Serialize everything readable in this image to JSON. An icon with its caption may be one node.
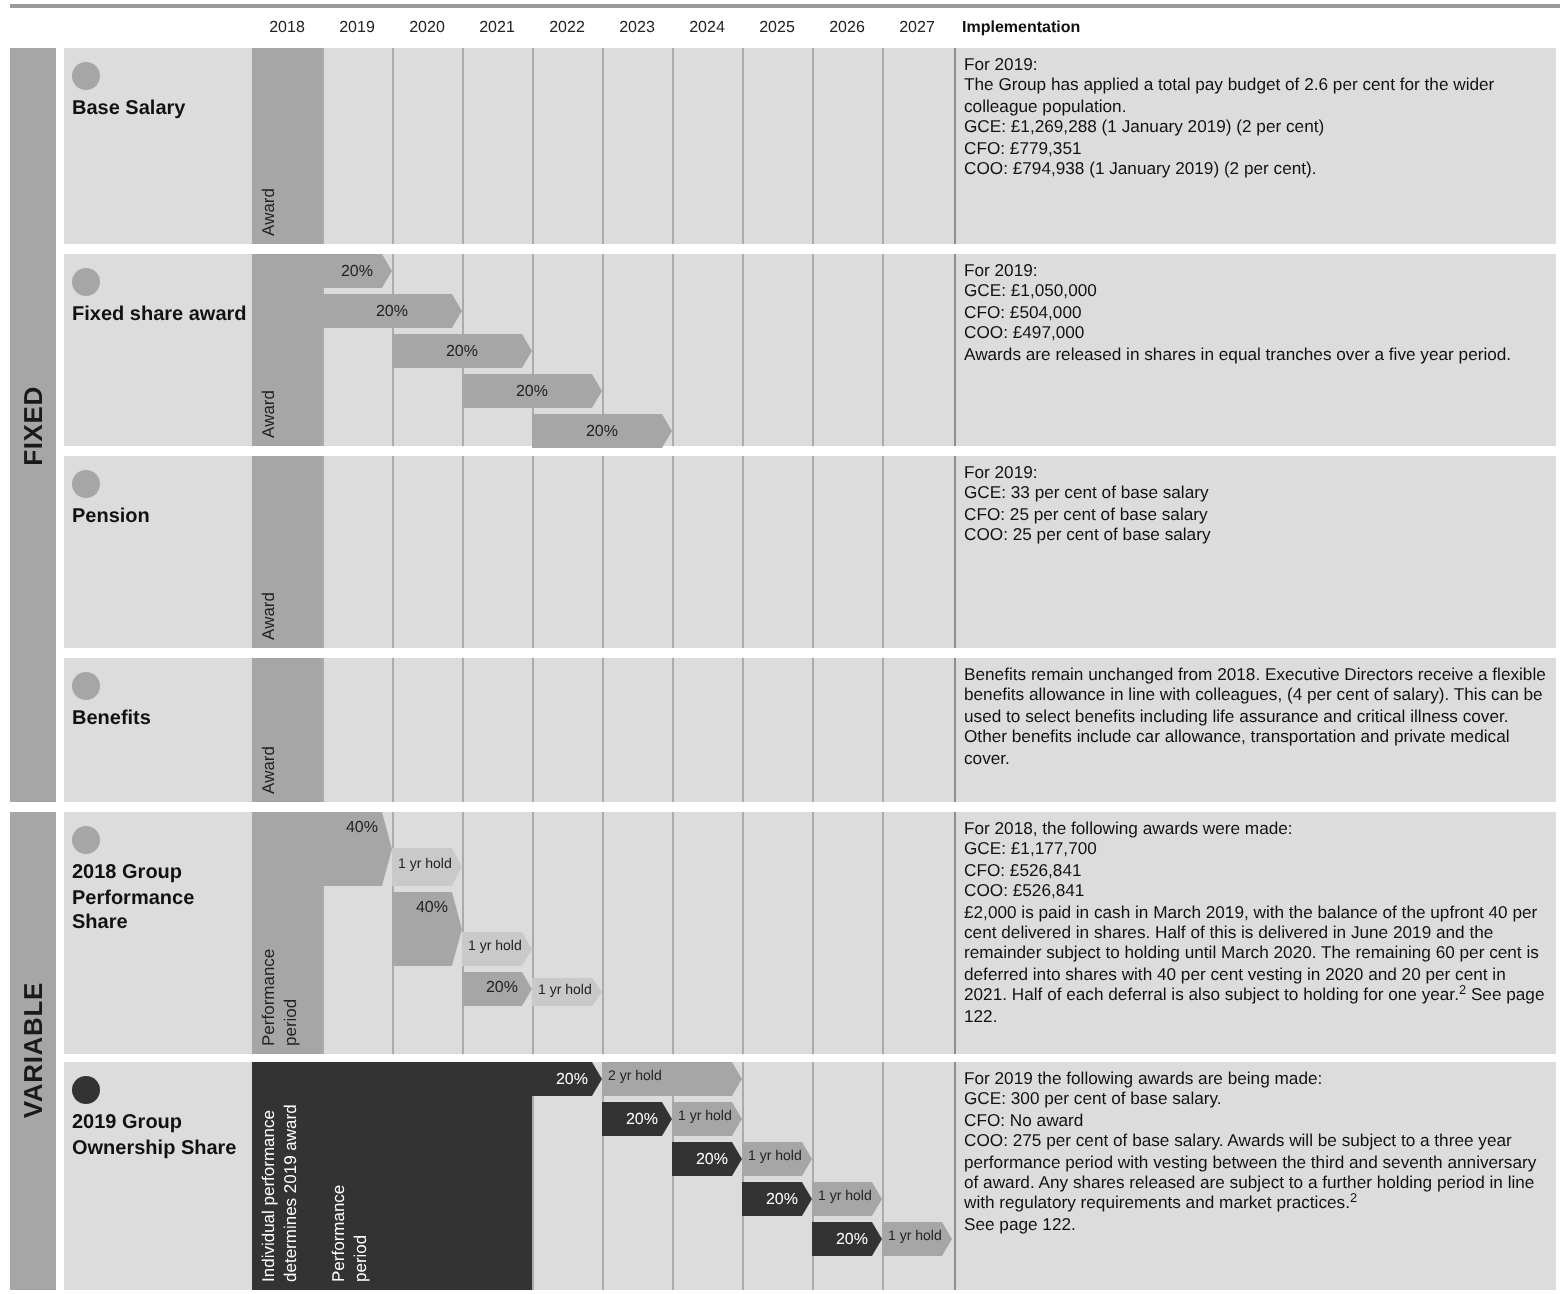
{
  "diagram": {
    "nodes": [
      {
        "text": [
          "FIXED"
        ]
      },
      {
        "text": [
          "VARIABLE"
        ]
      },
      {
        "text": [
          "Base Salary"
        ]
      },
      {
        "text": [
          "Award"
        ],
        "in": 2
      },
      {
        "text": [
          "For 2019:",
          "The Group has applied a total pay budget of 2.6 per cent for the wider colleague population.",
          "GCE: £1,269,288 (1 January 2019) (2 per cent)",
          "CFO: £779,351",
          "COO: £794,938 (1 January 2019) (2 per cent)."
        ],
        "in": 2
      },
      {
        "text": [
          "Fixed share award"
        ]
      },
      {
        "text": [
          "Award"
        ],
        "in": 5
      },
      {
        "text": [
          "20%"
        ],
        "in": 5
      },
      {
        "text": [
          "20%"
        ],
        "in": 5
      },
      {
        "text": [
          "20%"
        ],
        "in": 5
      },
      {
        "text": [
          "20%"
        ],
        "in": 5
      },
      {
        "text": [
          "20%"
        ],
        "in": 5
      },
      {
        "text": [
          "For 2019:",
          "GCE: £1,050,000",
          "CFO: £504,000",
          "COO: £497,000",
          "Awards are released in shares in equal tranches over a five year period."
        ],
        "in": 5
      },
      {
        "text": [
          "Pension"
        ]
      },
      {
        "text": [
          "Award"
        ],
        "in": 13
      },
      {
        "text": [
          "For 2019:",
          "GCE: 33 per cent of base salary",
          "CFO: 25 per cent of base salary",
          "COO: 25 per cent of base salary"
        ],
        "in": 13
      },
      {
        "text": [
          "Benefits"
        ]
      },
      {
        "text": [
          "Award"
        ],
        "in": 16
      },
      {
        "text": [
          "Benefits remain unchanged from 2018. Executive Directors receive a flexible benefits allowance in line with colleagues, (4 per cent of salary). This can be used to select benefits including life assurance and critical illness cover. Other benefits include car allowance, transportation and private medical cover."
        ],
        "in": 16
      },
      {
        "text": [
          "2018 Group Performance Share"
        ]
      },
      {
        "text": [
          "Performance period"
        ],
        "in": 19
      },
      {
        "text": [
          "40%"
        ],
        "in": 19
      },
      {
        "text": [
          "1 yr hold"
        ],
        "in": 19
      },
      {
        "text": [
          "40%"
        ],
        "in": 19
      },
      {
        "text": [
          "1 yr hold"
        ],
        "in": 19
      },
      {
        "text": [
          "20%"
        ],
        "in": 19
      },
      {
        "text": [
          "1 yr hold"
        ],
        "in": 19
      },
      {
        "text": [
          "For 2018, the following awards were made:",
          "GCE: £1,177,700",
          "CFO: £526,841",
          "COO: £526,841",
          "£2,000 is paid in cash in March 2019, with the balance of the upfront 40 per cent delivered in shares. Half of this is delivered in June 2019 and the remainder subject to holding until March 2020. The remaining 60 per cent is deferred into shares with 40 per cent vesting in 2020 and 20 per cent in 2021. Half of each deferral is also subject to holding for one year.$^{2}$ See page 122."
        ],
        "in": 19
      },
      {
        "text": [
          "2019 Group Ownership Share"
        ]
      },
      {
        "text": [
          "Individual performance determines 2019 award"
        ],
        "in": 28
      },
      {
        "text": [
          "Performance period"
        ],
        "in": 28
      },
      {
        "text": [
          "20%"
        ],
        "in": 28
      },
      {
        "text": [
          "2 yr hold"
        ],
        "in": 28
      },
      {
        "text": [
          "20%"
        ],
        "in": 28
      },
      {
        "text": [
          "1 yr hold"
        ],
        "in": 28
      },
      {
        "text": [
          "20%"
        ],
        "in": 28
      },
      {
        "text": [
          "1 yr hold"
        ],
        "in": 28
      },
      {
        "text": [
          "20%"
        ],
        "in": 28
      },
      {
        "text": [
          "1 yr hold"
        ],
        "in": 28
      },
      {
        "text": [
          "20%"
        ],
        "in": 28
      },
      {
        "text": [
          "1 yr hold"
        ],
        "in": 28
      },
      {
        "text": [
          "For 2019 the following awards are being made:",
          "GCE: 300 per cent of base salary.",
          "CFO: No award",
          "COO: 275 per cent of base salary. Awards will be subject to a three year performance period with vesting between the third and seventh anniversary of award. Any shares released are subject to a further holding period in line with regulatory requirements and market practices.$^{2}$",
          "See page 122."
        ],
        "in": 28
      }
    ],
    "labels": [
      "2018",
      "2019",
      "2020",
      "2021",
      "2022",
      "2023",
      "2024",
      "2025",
      "2026",
      "2027",
      "Implementation"
    ]
  }
}
